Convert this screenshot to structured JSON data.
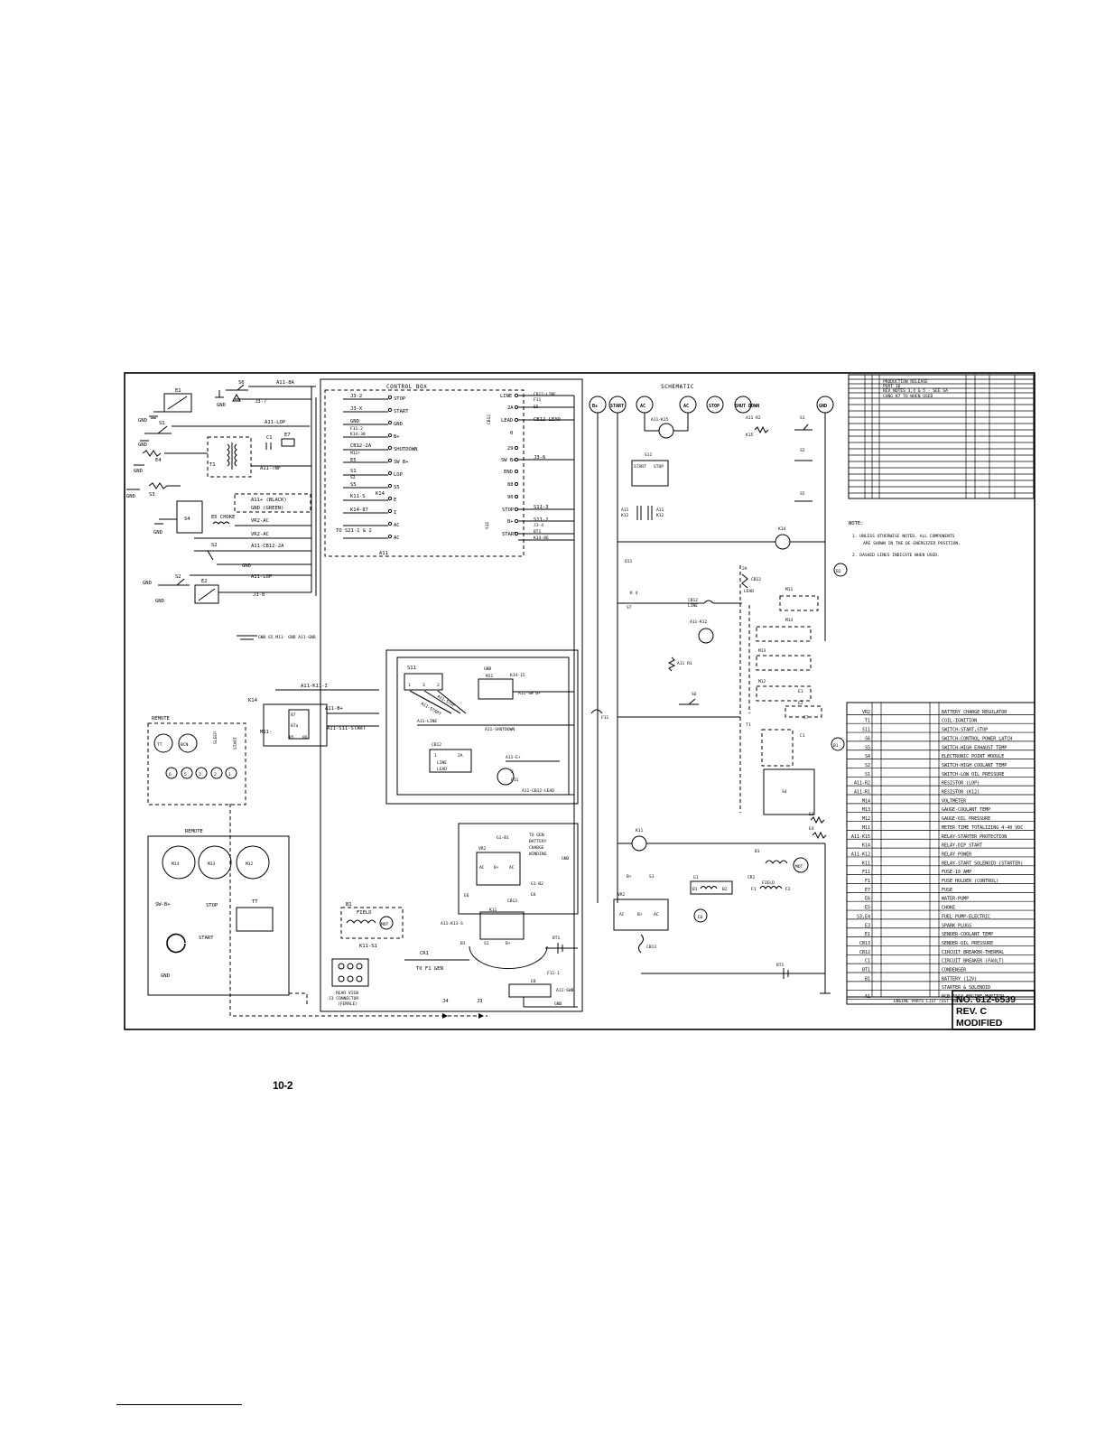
{
  "page_number": "10-2",
  "title_block": {
    "drawing_no": "NO. 612-6539",
    "rev": "REV. C",
    "status": "MODIFIED"
  },
  "sections": {
    "control_box": "CONTROL BOX",
    "schematic": "SCHEMATIC"
  },
  "notes": {
    "heading": "NOTE:",
    "items": [
      "1. UNLESS OTHERWISE NOTED, ALL COMPONENTS",
      "ARE SHOWN IN THE DE-ENERGIZED POSITION.",
      "2. DASHED LINES INDICATE WHEN USED."
    ]
  },
  "revision_table": {
    "rows": [
      "PRODUCTION RELEASE",
      "PUAT 16",
      "REV NOTES 3,4 & 5 - SEE SA",
      "CHNG K7 TO WHEN USED"
    ]
  },
  "parts_list": {
    "footer": "ENGINE PARTS LIST (SST ONLY)",
    "items": [
      {
        "ref": "VR2",
        "desc": "BATTERY CHARGE REGULATOR"
      },
      {
        "ref": "T1",
        "desc": "COIL-IGNITION"
      },
      {
        "ref": "S11",
        "desc": "SWITCH-START,STOP"
      },
      {
        "ref": "S6",
        "desc": "SWITCH-CONTROL POWER LATCH"
      },
      {
        "ref": "S5",
        "desc": "SWITCH-HIGH EXHAUST TEMP"
      },
      {
        "ref": "S4",
        "desc": "ELECTRONIC POINT MODULE"
      },
      {
        "ref": "S2",
        "desc": "SWITCH-HIGH COOLANT TEMP"
      },
      {
        "ref": "S1",
        "desc": "SWITCH-LOW OIL PRESSURE"
      },
      {
        "ref": "A11-R2",
        "desc": "RESISTOR (LOP)"
      },
      {
        "ref": "A11-R1",
        "desc": "RESISTOR (K12)"
      },
      {
        "ref": "M14",
        "desc": "VOLTMETER"
      },
      {
        "ref": "M13",
        "desc": "GAUGE-COOLANT TEMP"
      },
      {
        "ref": "M12",
        "desc": "GAUGE-OIL PRESSURE"
      },
      {
        "ref": "M11",
        "desc": "METER TIME TOTALIZING 4-40 VDC"
      },
      {
        "ref": "A11-K15",
        "desc": "RELAY-STARTER PROTECTION"
      },
      {
        "ref": "K14",
        "desc": "RELAY-DIP START"
      },
      {
        "ref": "A11-K12",
        "desc": "RELAY POWER"
      },
      {
        "ref": "K11",
        "desc": "RELAY-START SOLENOID (STARTER)"
      },
      {
        "ref": "F11",
        "desc": "FUSE-10 AMP"
      },
      {
        "ref": "F1",
        "desc": "FUSE HOLDER (CONTROL)"
      },
      {
        "ref": "E7",
        "desc": "FUSE"
      },
      {
        "ref": "E6",
        "desc": "WATER-PUMP"
      },
      {
        "ref": "E5",
        "desc": "CHOKE"
      },
      {
        "ref": "S3,E4",
        "desc": "FUEL PUMP-ELECTRIC"
      },
      {
        "ref": "E3",
        "desc": "SPARK PLUGS"
      },
      {
        "ref": "E1",
        "desc": "SENDER-COOLANT TEMP"
      },
      {
        "ref": "CB13",
        "desc": "SENDER-OIL PRESSURE"
      },
      {
        "ref": "CB12",
        "desc": "CIRCUIT BREAKER-THERMAL"
      },
      {
        "ref": "C1",
        "desc": "CIRCUIT BREAKER (FAULT)"
      },
      {
        "ref": "BT1",
        "desc": "CONDENSER"
      },
      {
        "ref": "B1",
        "desc": "BATTERY (12V)"
      },
      {
        "ref": "",
        "desc": "STARTER & SOLENOID"
      },
      {
        "ref": "A1",
        "desc": "PCB ASSY-ENGINE MONITOR"
      }
    ]
  },
  "bus_terminals": [
    "B+",
    "START",
    "AC",
    "AC",
    "STOP",
    "SHUT DOWN",
    "GND"
  ],
  "bubbles": [
    "B2",
    "B1"
  ],
  "labels": {
    "e1": "E1",
    "s6": "S6",
    "a11_8a": "A11-8A",
    "gnd": "GND",
    "j3_7": "J3-7",
    "s1": "S1",
    "a11_lop": "A11-LOP",
    "c1": "C1",
    "e7": "E7",
    "e4": "E4",
    "t1": "T1",
    "a11_tnf": "A11-TNF",
    "s3": "S3",
    "a11_black": "A11+ (BLACK)",
    "gnd_green": "GND (GREEN)",
    "s4": "S4",
    "e5_choke": "E5 CHOKE",
    "vr2_ac": "VR2-AC",
    "vr2_ac2": "VR2-AC",
    "a11_cb12_2a": "A11-CB12-2A",
    "s2": "S2",
    "a11_lop2": "A11-LOP",
    "e2": "E2",
    "j3_8": "J3-8",
    "gnd_s5_m11": "GND S5 M11- GND A11-GND",
    "a11_k11_i": "A11-K11-I",
    "k14": "K14",
    "a11_b": "A11-B+",
    "m11": "M11-",
    "a11_s11_start": "A11-S11-START",
    "remote": "REMOTE",
    "remote2": "REMOTE",
    "sw_b": "SW-B+",
    "stop": "STOP",
    "start": "START",
    "tt": "TT",
    "b1": "B1",
    "field": "FIELD",
    "mot": "MOT",
    "k11_s1": "K11-S1",
    "cr1": "CR1",
    "to_f1_gen": "TO F1 GEN",
    "rear_view": "REAR VIEW",
    "j3_connector": "J3 CONNECTOR",
    "female": "(FEMALE)",
    "j4": "J4",
    "j3": "J3",
    "j3_2": "J3-2",
    "j3_x": "J3-X",
    "f11_2": "F11-2",
    "k14_30": "K14-30",
    "cb12_2a": "CB12-2A",
    "m11p": "M11+",
    "e5": "E5",
    "s1b": "S1",
    "s2b": "S2",
    "s5": "S5",
    "k11_s": "K11-S",
    "k14_87": "K14-87",
    "to_s21": "TO S21-1 & 2",
    "a11": "A11",
    "stop_t": "STOP",
    "start_t": "START",
    "gnd_t": "GND",
    "f11_t": "F11",
    "b_t": "B+",
    "shutdown_t": "SHUTDOWN",
    "swb_t": "SW B+",
    "lop_t": "LOP",
    "s5_t": "S5",
    "e_t": "E",
    "i_t": "I",
    "ac_t": "AC",
    "ac_t2": "AC",
    "line": "LINE",
    "cb12_lead": "CB12-LEAD",
    "j3_6": "J3-6",
    "s11_3": "S11-3",
    "s11_2": "S11-2",
    "j3_4": "J3-4",
    "bt1": "BT1",
    "k14_86": "K14-86",
    "cb12": "CB12",
    "s11": "S11",
    "k14_15": "K14-15",
    "a11_sw_b": "A11-SW B+",
    "a11_stop": "A11-STOP",
    "a11_start": "A11-START",
    "a11_line": "A11-LINE",
    "a11_shutdown": "A11-SHUTDOWN",
    "a11_e": "A11-E+",
    "f11": "F11",
    "a11_cb12_lead": "A11-CB12-LEAD",
    "lead": "LEAD",
    "g1_b1": "G1-B1",
    "to_gen": "TO GEN",
    "battery": "BATTERY",
    "charge": "CHARGE",
    "winding": "WINDING",
    "vr2": "VR2",
    "e6": "E6",
    "g1_b2": "G1-B2",
    "cb13": "CB13",
    "a11_k11_s": "A11-K11-S",
    "f11_1": "F11-1",
    "e8": "E8",
    "a11_swb": "A11-SWB",
    "start_sw": "START",
    "stop_sw": "STOP",
    "a11_k15": "A11-K15",
    "a11_r2": "A11 R2",
    "k15": "K15",
    "k12": "K12",
    "d11": "D11",
    "k4": "K 4",
    "s7": "S7",
    "m11_s": "M11",
    "m14": "M14",
    "m13": "M13",
    "m12": "M12",
    "a11_k12": "A11-K12",
    "a11_r1": "A11 R1",
    "k11": "K11",
    "s1_s": "S1",
    "g1": "G1",
    "b1_s": "B1",
    "b2": "B2",
    "f1": "F1",
    "f2": "F2",
    "mot_s": "MOT",
    "e3": "E3",
    "e4_s": "E4",
    "e1_s": "E1",
    "e2_s": "E2",
    "e7_s": "E7",
    "c1_s": "C1",
    "t1_s": "T1",
    "s4_s": "S4"
  }
}
